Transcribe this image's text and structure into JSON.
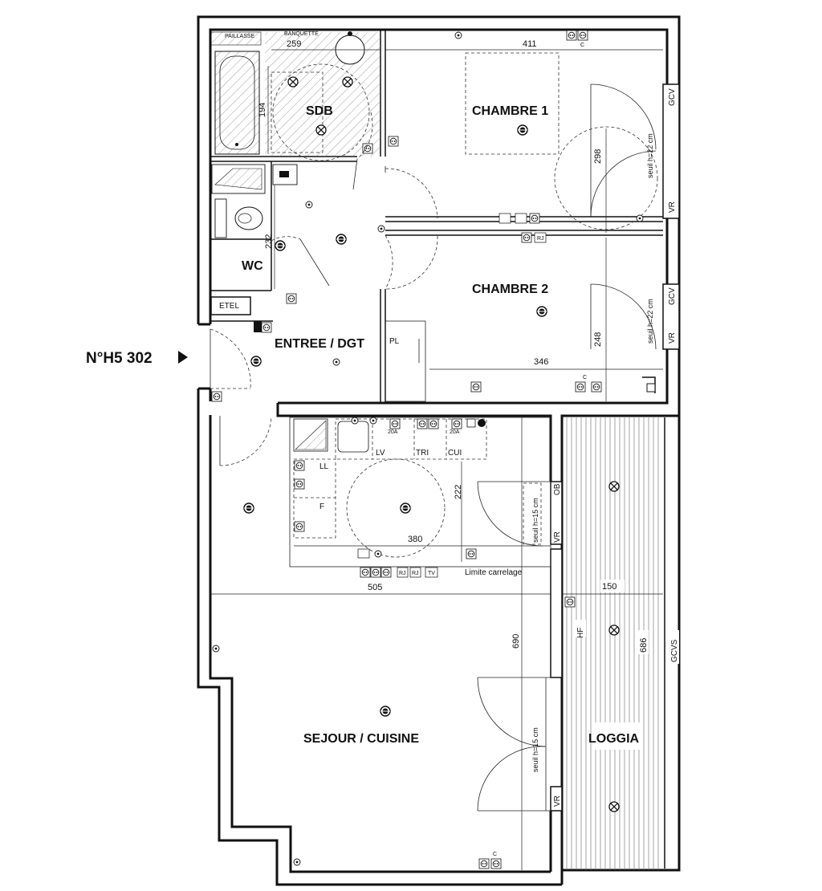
{
  "plan": {
    "apartment_number": "N°H5 302",
    "rooms": {
      "sdb": "SDB",
      "chambre1": "CHAMBRE 1",
      "chambre2": "CHAMBRE 2",
      "wc": "WC",
      "entree": "ENTREE / DGT",
      "sejour": "SEJOUR / CUISINE",
      "loggia": "LOGGIA"
    },
    "dimensions": {
      "sdb_width": "259",
      "sdb_height": "194",
      "wc_height": "232",
      "chambre1_width": "411",
      "chambre1_height": "298",
      "chambre2_width": "346",
      "chambre2_height": "248",
      "kitchen_width": "380",
      "kitchen_height": "222",
      "sejour_width": "505",
      "sejour_height": "690",
      "loggia_width": "150",
      "loggia_height": "686"
    },
    "labels": {
      "paillasse": "PAILLASSE",
      "banquette": "BANQUETTE",
      "etel": "ETEL",
      "pl": "PL",
      "ll": "LL",
      "f": "F",
      "lv": "LV",
      "tri": "TRI",
      "cui": "CUI",
      "limite": "Limite carrelage",
      "hf": "HF",
      "gcvs": "GCVS",
      "gcv": "GCV",
      "vr": "VR",
      "ob": "OB",
      "rj": "RJ",
      "tv": "TV",
      "c": "C",
      "v20a": "20A",
      "seuil22": "seuil h=22 cm",
      "seuil15": "seuil h=15 cm"
    }
  }
}
